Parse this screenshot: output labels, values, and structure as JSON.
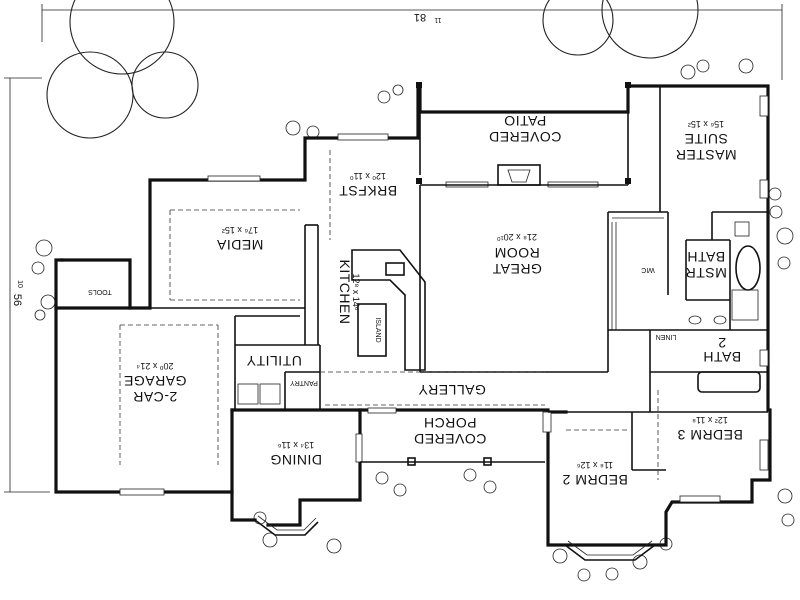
{
  "dimensions": {
    "width": "81",
    "width_inches": "11",
    "depth": "56",
    "depth_inches": "10"
  },
  "rooms": {
    "covered_patio": {
      "line1": "COVERED",
      "line2": "PATIO"
    },
    "master_suite": {
      "line1": "MASTER",
      "line2": "SUITE",
      "dims": "15⁶ x 15²"
    },
    "brkfst": {
      "name": "BRKFST",
      "dims": "12⁰ x 11⁰"
    },
    "media": {
      "name": "MEDIA",
      "dims": "17⁶ x 15²"
    },
    "great_room": {
      "line1": "GREAT",
      "line2": "ROOM",
      "dims": "21⁸ x 20¹⁰"
    },
    "wic": {
      "name": "WIC"
    },
    "mstr_bath": {
      "line1": "MSTR",
      "line2": "BATH"
    },
    "linen": {
      "name": "LINEN"
    },
    "tools": {
      "name": "TOOLS"
    },
    "kitchen": {
      "name": "KITCHEN",
      "dims": "12⁸ x 14⁶"
    },
    "island": {
      "name": "ISLAND"
    },
    "utility": {
      "name": "UTILITY"
    },
    "pantry": {
      "name": "PANTRY"
    },
    "bath2": {
      "line1": "BATH",
      "line2": "2"
    },
    "garage": {
      "line1": "2-CAR",
      "line2": "GARAGE",
      "dims": "20⁰ x 21⁴"
    },
    "gallery": {
      "name": "GALLERY"
    },
    "bedrm3": {
      "name": "BEDRM 3",
      "dims": "12² x 11⁸"
    },
    "covered_porch": {
      "line1": "COVERED",
      "line2": "PORCH"
    },
    "dining": {
      "name": "DINING",
      "dims": "13⁴ x 11⁶"
    },
    "bedrm2": {
      "name": "BEDRM 2",
      "dims": "11⁸ x 12⁶"
    }
  }
}
